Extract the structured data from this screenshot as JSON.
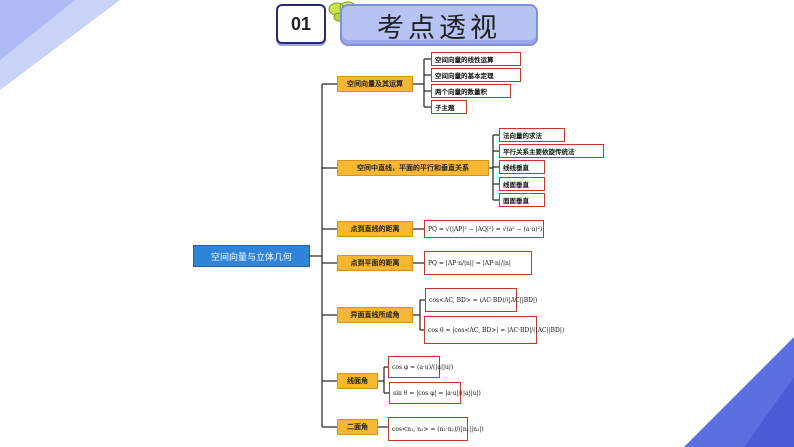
{
  "header": {
    "number": "01",
    "title": "考点透视"
  },
  "root": "空间向量与立体几何",
  "branches": [
    {
      "label": "空间向量及其运算",
      "leaves": [
        "空间向量的线性运算",
        "空间向量的基本定理",
        "两个向量的数量积",
        "子主题"
      ]
    },
    {
      "label": "空间中直线，平面的平行和垂直关系",
      "leaves": [
        "法向量的求法",
        "平行关系主要依旋传统法",
        "线线垂直",
        "线面垂直",
        "面面垂直"
      ]
    },
    {
      "label": "点到直线的距离",
      "formulas": [
        "PQ = √(|AP|² − |AQ|²) = √(a² − (a·u)²)"
      ]
    },
    {
      "label": "点到平面的距离",
      "formulas": [
        "PQ = |AP·n/|n|| = |AP·n|/|n|"
      ]
    },
    {
      "label": "异面直线所成角",
      "formulas": [
        "cos<AC, BD> = (AC·BD)/(|AC||BD|)",
        "cos θ = |cos<AC, BD>| = |AC·BD|/(|AC||BD|)"
      ]
    },
    {
      "label": "线面角",
      "formulas": [
        "cos φ = (a·u)/(|a||u|)",
        "sin θ = |cos φ| = |a·u|/(|a||u|)"
      ]
    },
    {
      "label": "二面角",
      "formulas": [
        "cos<n₁, n₂> = (n₁·n₂)/(|n₁||n₂|)"
      ]
    }
  ],
  "colors": {
    "root": "#2f83d8",
    "branch": "#f7b731",
    "leaf_border": "#c0392b",
    "accent": "#5b6fe0"
  }
}
